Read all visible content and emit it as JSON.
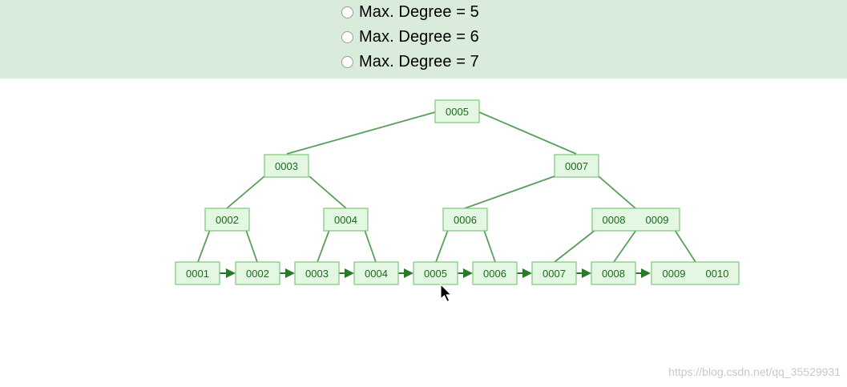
{
  "controls": {
    "options": [
      {
        "label": "Max. Degree = 5",
        "selected": false
      },
      {
        "label": "Max. Degree = 6",
        "selected": false
      },
      {
        "label": "Max. Degree = 7",
        "selected": false
      }
    ]
  },
  "tree": {
    "root": {
      "keys": [
        "0005"
      ]
    },
    "level1": [
      {
        "keys": [
          "0003"
        ]
      },
      {
        "keys": [
          "0007"
        ]
      }
    ],
    "level2": [
      {
        "keys": [
          "0002"
        ]
      },
      {
        "keys": [
          "0004"
        ]
      },
      {
        "keys": [
          "0006"
        ]
      },
      {
        "keys": [
          "0008",
          "0009"
        ]
      }
    ],
    "leaves": [
      {
        "keys": [
          "0001"
        ]
      },
      {
        "keys": [
          "0002"
        ]
      },
      {
        "keys": [
          "0003"
        ]
      },
      {
        "keys": [
          "0004"
        ]
      },
      {
        "keys": [
          "0005"
        ]
      },
      {
        "keys": [
          "0006"
        ]
      },
      {
        "keys": [
          "0007"
        ]
      },
      {
        "keys": [
          "0008"
        ]
      },
      {
        "keys": [
          "0009",
          "0010"
        ]
      }
    ]
  },
  "colors": {
    "panel_bg": "#d9ebdb",
    "node_fill": "#e4f7e3",
    "node_stroke": "#7dc77a",
    "node_text": "#1a6b1a",
    "edge": "#5a9e5a"
  },
  "watermark": "https://blog.csdn.net/qq_35529931"
}
